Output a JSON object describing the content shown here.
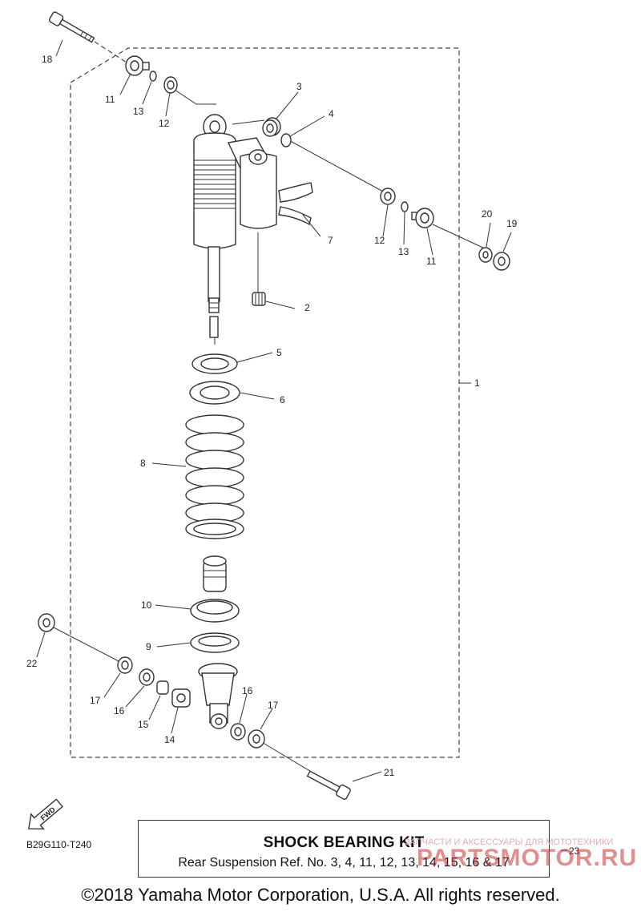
{
  "diagram": {
    "callouts": [
      "1",
      "2",
      "3",
      "4",
      "5",
      "6",
      "7",
      "8",
      "9",
      "10",
      "11",
      "11",
      "12",
      "12",
      "13",
      "13",
      "14",
      "15",
      "16",
      "16",
      "17",
      "17",
      "18",
      "19",
      "20",
      "21",
      "22",
      "23"
    ],
    "fwd_label": "FWD",
    "drawing_code": "B29G110-T240"
  },
  "kit": {
    "title": "SHOCK BEARING KIT",
    "subtitle": "Rear Suspension Ref. No. 3, 4, 11, 12, 13, 14, 15, 16 & 17"
  },
  "watermark": {
    "small": "ЗАПЧАСТИ И АКСЕССУАРЫ ДЛЯ МОТОТЕХНИКИ",
    "big": "PARTSMOTOR.RU"
  },
  "footer": {
    "copyright": "©2018 Yamaha Motor Corporation, U.S.A. All rights reserved."
  }
}
